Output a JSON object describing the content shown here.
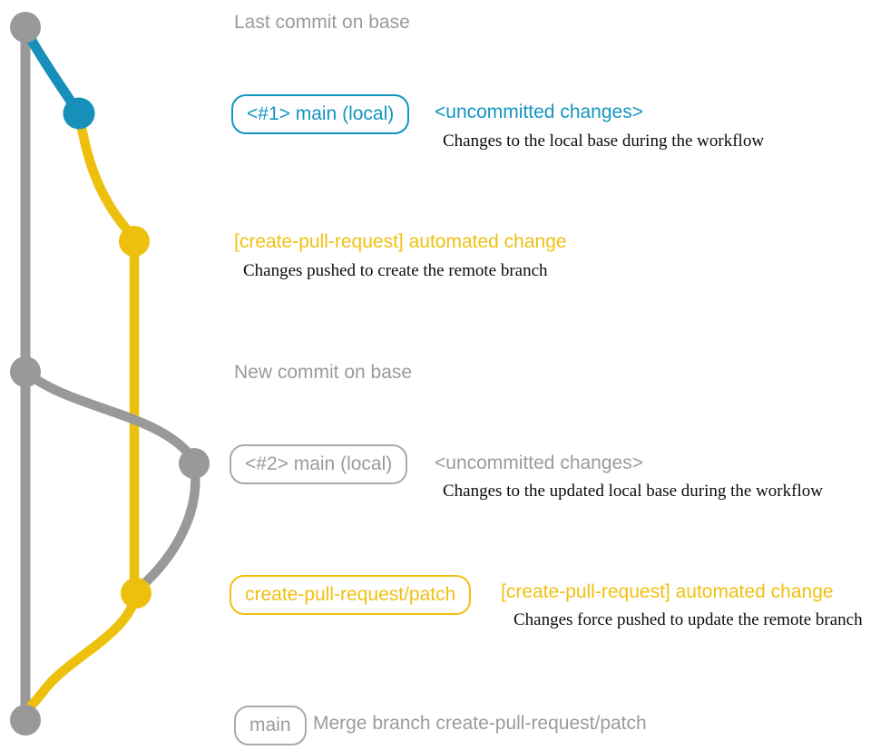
{
  "colors": {
    "teal": "#1295c1",
    "teal_graph": "#1690ba",
    "yellow": "#f0c011",
    "yellow_graph": "#eec00e",
    "gray": "#999999",
    "text_gray": "#9b9b9b",
    "box_gray": "#aaaaaa"
  },
  "rows": {
    "last_commit": {
      "label": "Last commit on base"
    },
    "branch1": {
      "box": "<#1> main (local)",
      "status": "<uncommitted changes>",
      "note": "Changes to the local base during the workflow"
    },
    "push1": {
      "title": "[create-pull-request] automated change",
      "note": "Changes pushed to create the remote branch"
    },
    "new_commit": {
      "label": "New commit on base"
    },
    "branch2": {
      "box": "<#2> main (local)",
      "status": "<uncommitted changes>",
      "note": "Changes to the updated local base during the workflow"
    },
    "push2": {
      "box": "create-pull-request/patch",
      "title": "[create-pull-request] automated change",
      "note": "Changes force pushed to update the remote branch"
    },
    "merge": {
      "box": "main",
      "note": "Merge branch create-pull-request/patch"
    }
  },
  "graph": {
    "branches": [
      "base (gray)",
      "main local (teal/gray)",
      "create-pull-request/patch (yellow)"
    ],
    "commit_nodes": [
      {
        "name": "last-commit-on-base",
        "color": "gray"
      },
      {
        "name": "uncommitted-changes-1",
        "color": "teal"
      },
      {
        "name": "automated-change-1",
        "color": "yellow"
      },
      {
        "name": "new-commit-on-base",
        "color": "gray"
      },
      {
        "name": "uncommitted-changes-2",
        "color": "gray"
      },
      {
        "name": "automated-change-2",
        "color": "yellow"
      },
      {
        "name": "merge-commit",
        "color": "gray"
      }
    ]
  }
}
